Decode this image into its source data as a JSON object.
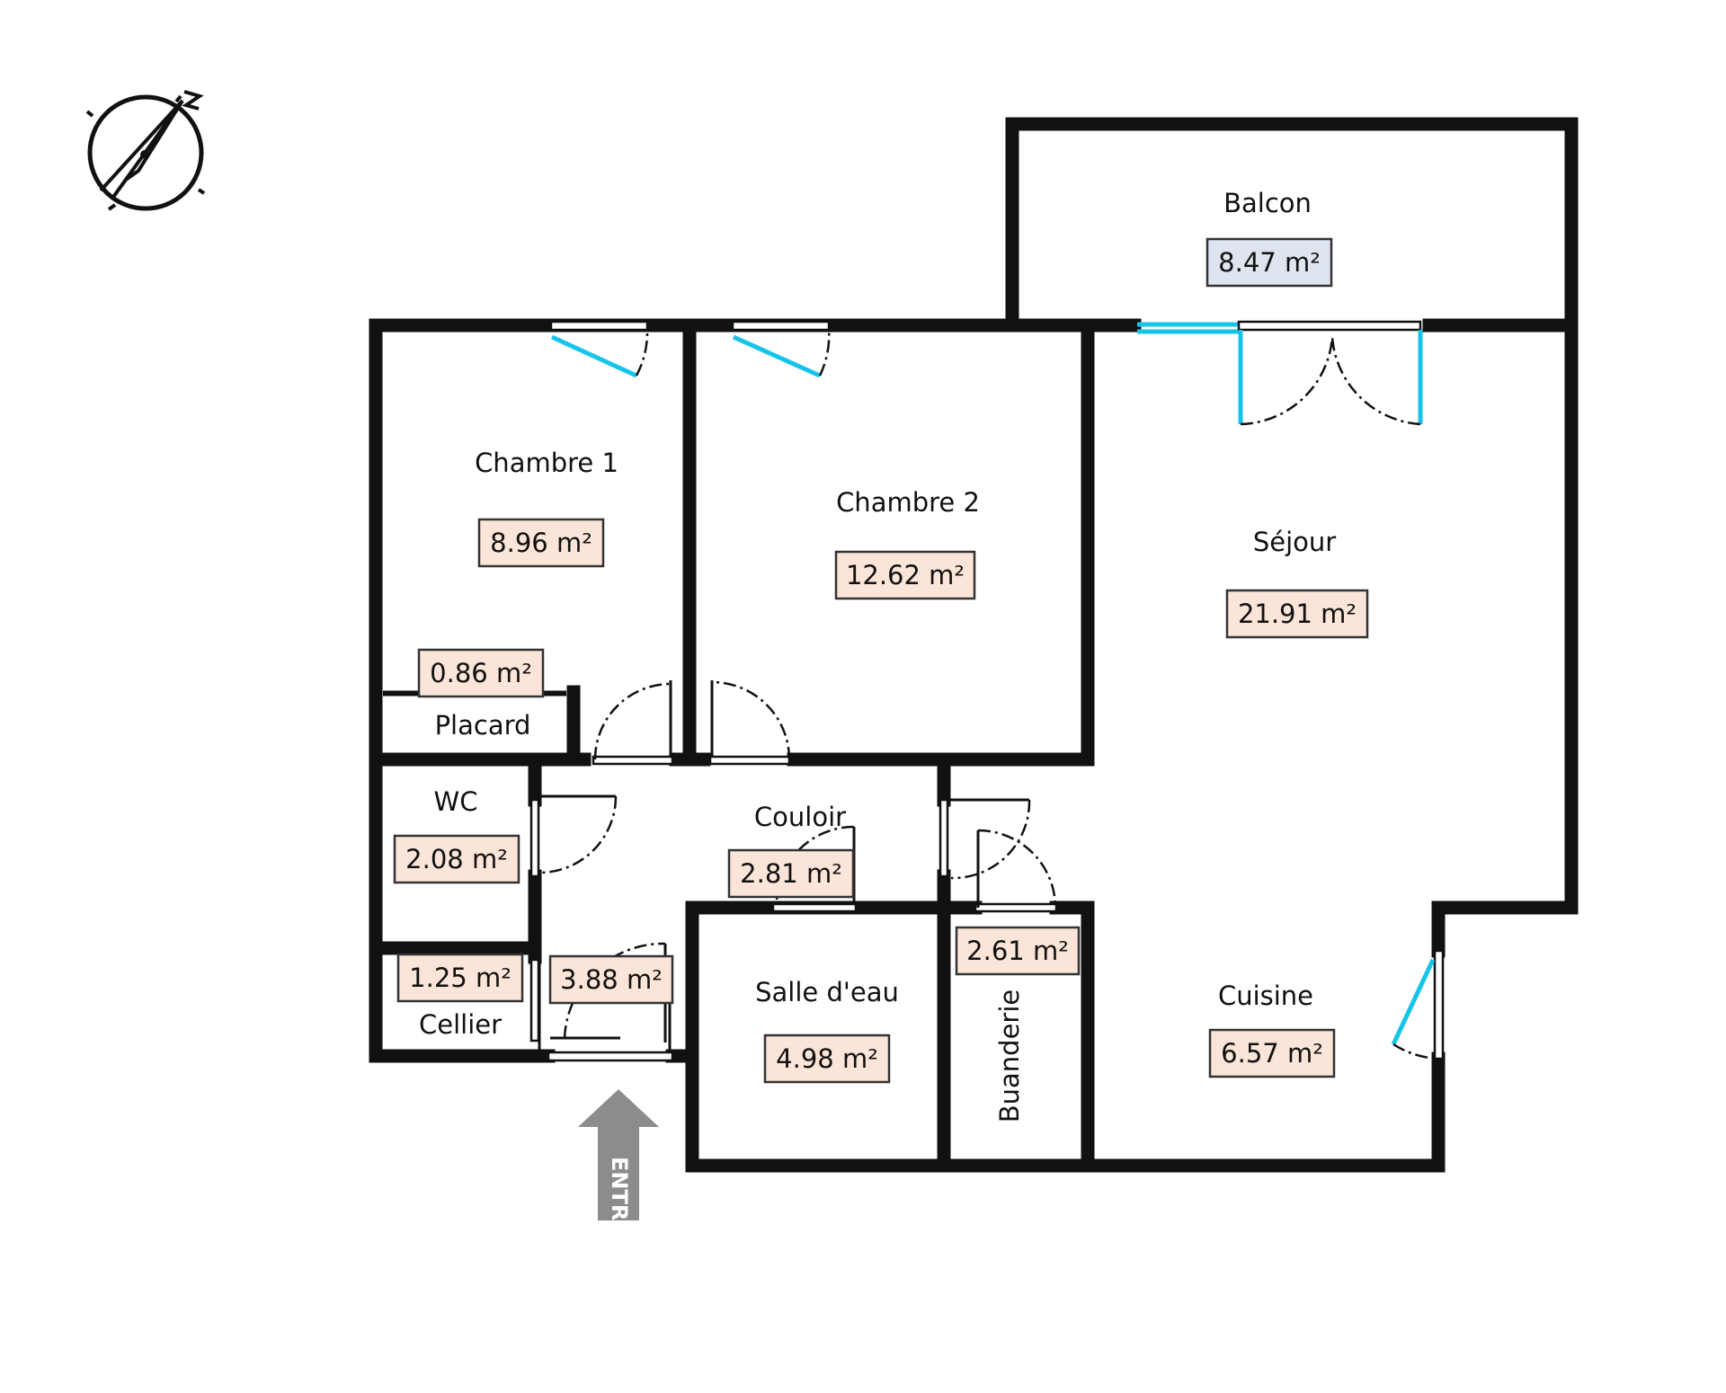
{
  "rooms": [
    {
      "id": "balcon",
      "label": "Balcon",
      "area": "8.47 m²",
      "tint": "#dfe5ef"
    },
    {
      "id": "chambre1",
      "label": "Chambre 1",
      "area": "8.96 m²",
      "tint": "#fbe5d8"
    },
    {
      "id": "chambre2",
      "label": "Chambre 2",
      "area": "12.62 m²",
      "tint": "#fbe5d8"
    },
    {
      "id": "sejour",
      "label": "Séjour",
      "area": "21.91 m²",
      "tint": "#fbe5d8"
    },
    {
      "id": "placard",
      "label": "Placard",
      "area": "0.86 m²",
      "tint": "#fbe5d8"
    },
    {
      "id": "wc",
      "label": "WC",
      "area": "2.08 m²",
      "tint": "#fbe5d8"
    },
    {
      "id": "couloir",
      "label": "Couloir",
      "area": "2.81 m²",
      "tint": "#fbe5d8"
    },
    {
      "id": "cellier",
      "label": "Cellier",
      "area": "1.25 m²",
      "tint": "#fbe5d8"
    },
    {
      "id": "entree",
      "label": "",
      "area": "3.88 m²",
      "tint": "#fbe5d8"
    },
    {
      "id": "salle_eau",
      "label": "Salle d'eau",
      "area": "4.98 m²",
      "tint": "#fbe5d8"
    },
    {
      "id": "buanderie",
      "label": "Buanderie",
      "area": "2.61 m²",
      "tint": "#fbe5d8"
    },
    {
      "id": "cuisine",
      "label": "Cuisine",
      "area": "6.57 m²",
      "tint": "#fbe5d8"
    }
  ],
  "entrance": {
    "label": "ENTRÉE",
    "color": "#8c8c8c"
  },
  "compass": {
    "icon": "north-compass-icon",
    "letter": "N"
  },
  "colors": {
    "walls": "#111111",
    "glazing": "#16c4ea"
  }
}
